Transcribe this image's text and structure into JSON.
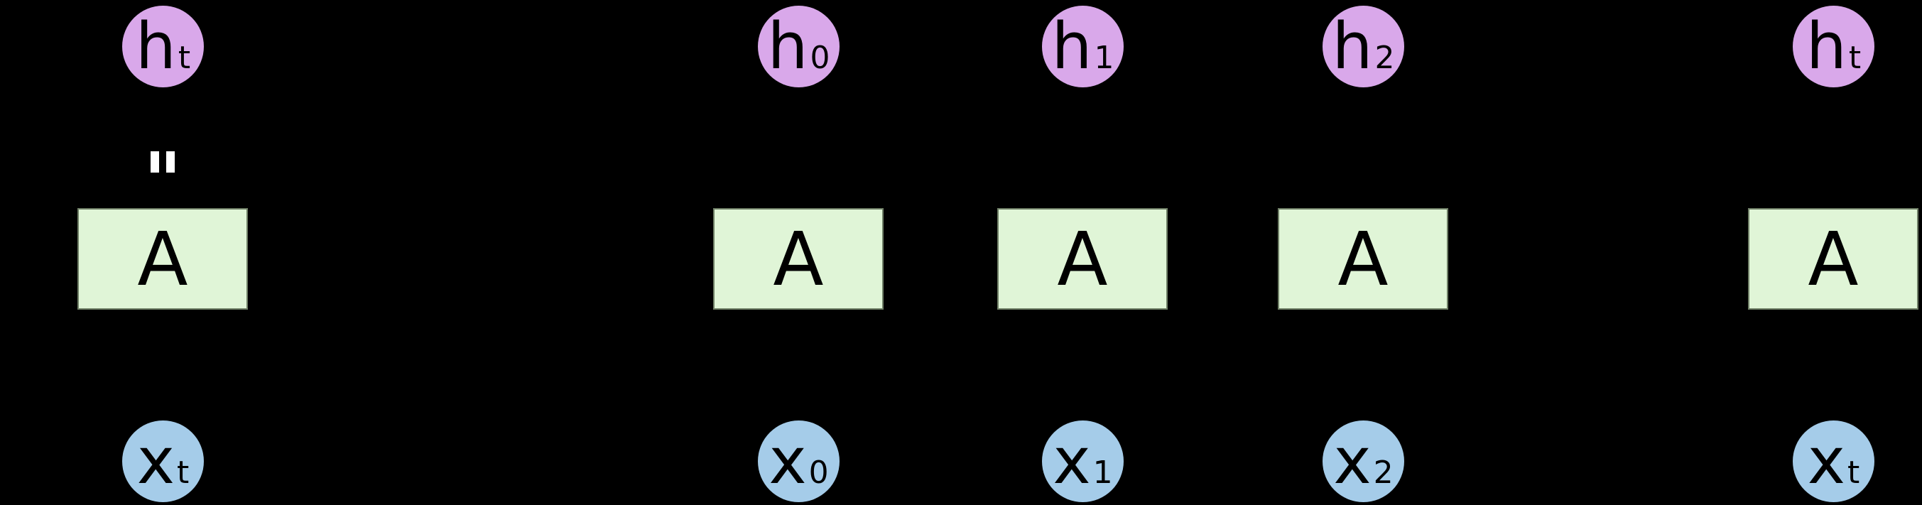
{
  "diagram": {
    "type": "recurrent-neural-network-unrolled",
    "equals_symbol": "=",
    "columns": [
      {
        "role": "rolled",
        "hidden": {
          "base": "h",
          "sub": "t"
        },
        "cell": "A",
        "input": {
          "base": "x",
          "sub": "t"
        }
      },
      {
        "role": "timestep-0",
        "hidden": {
          "base": "h",
          "sub": "0"
        },
        "cell": "A",
        "input": {
          "base": "x",
          "sub": "0"
        }
      },
      {
        "role": "timestep-1",
        "hidden": {
          "base": "h",
          "sub": "1"
        },
        "cell": "A",
        "input": {
          "base": "x",
          "sub": "1"
        }
      },
      {
        "role": "timestep-2",
        "hidden": {
          "base": "h",
          "sub": "2"
        },
        "cell": "A",
        "input": {
          "base": "x",
          "sub": "2"
        }
      },
      {
        "role": "timestep-t",
        "hidden": {
          "base": "h",
          "sub": "t"
        },
        "cell": "A",
        "input": {
          "base": "x",
          "sub": "t"
        }
      }
    ]
  },
  "colors": {
    "background": "#000000",
    "hidden_fill": "#d9a8ea",
    "input_fill": "#a5cce9",
    "cell_fill": "#e0f5d7",
    "cell_border": "#6f7f66",
    "node_text": "#000000",
    "equals_color": "#ffffff"
  }
}
